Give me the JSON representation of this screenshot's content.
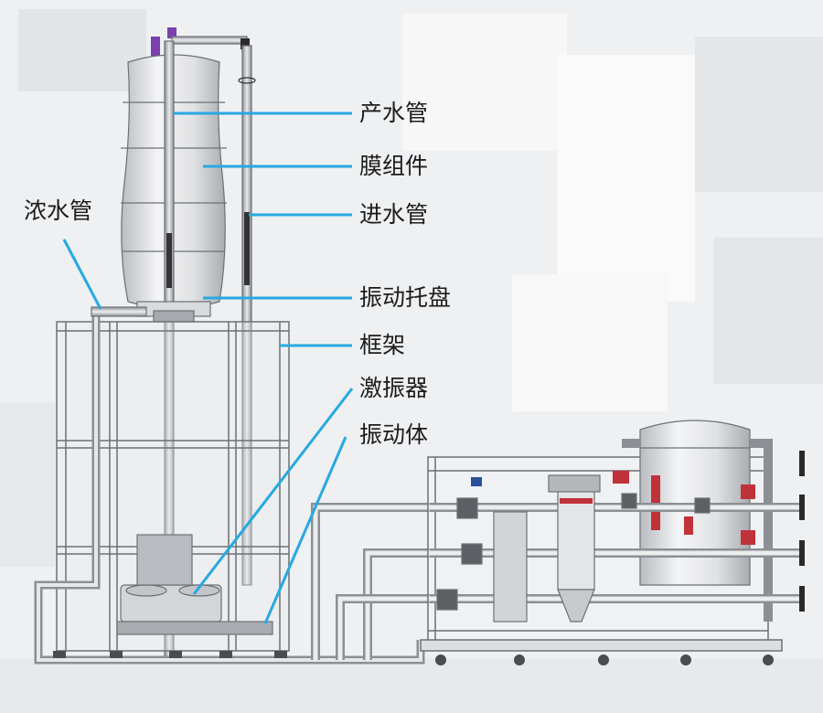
{
  "labels": {
    "product_pipe": "产水管",
    "membrane_module": "膜组件",
    "inlet_pipe": "进水管",
    "concentrate_pipe": "浓水管",
    "vibration_tray": "振动托盘",
    "frame": "框架",
    "exciter": "激振器",
    "vibrator_body": "振动体"
  },
  "colors": {
    "leader_line": "#27a9e1",
    "background": "#f1f2f4",
    "steel": "#c9cbce",
    "steel_edge": "#6d7075",
    "purple_cap": "#7b3fb0",
    "red_valve": "#c0323a",
    "blue_valve": "#2a4f9a"
  }
}
